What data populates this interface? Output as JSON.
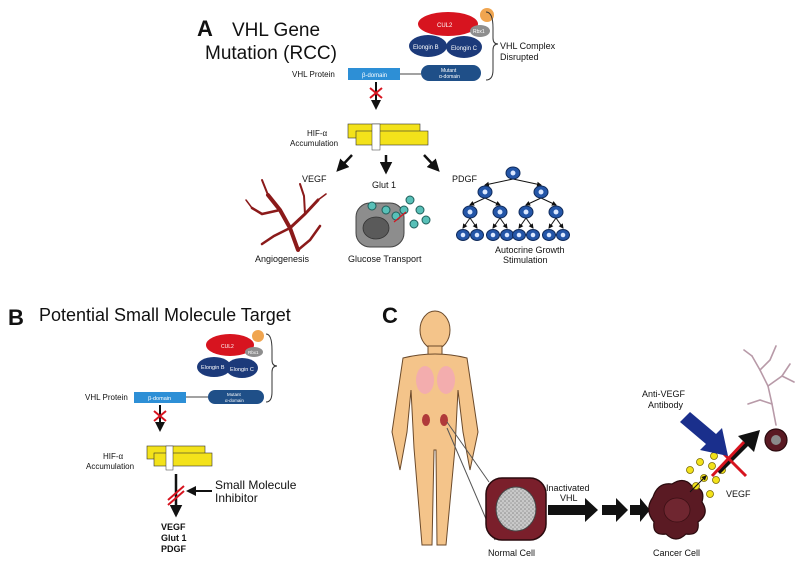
{
  "panel_a": {
    "letter": "A",
    "title_line1": "VHL Gene",
    "title_line2": "Mutation (RCC)",
    "cul2": "CUL2",
    "rbx1": "Rbx1",
    "elongin_b": "Elongin B",
    "elongin_c": "Elongin C",
    "vhl_protein": "VHL Protein",
    "beta_domain": "β-domain",
    "mutant": "Mutant",
    "alpha_domain": "α-domain",
    "complex_line1": "VHL Complex",
    "complex_line2": "Disrupted",
    "hif_line1": "HIF-α",
    "hif_line2": "Accumulation",
    "vegf": "VEGF",
    "glut1": "Glut 1",
    "pdgf": "PDGF",
    "angiogenesis": "Angiogenesis",
    "glucose": "Glucose Transport",
    "autocrine_line1": "Autocrine Growth",
    "autocrine_line2": "Stimulation"
  },
  "panel_b": {
    "letter": "B",
    "title": "Potential Small Molecule Target",
    "cul2": "CUL2",
    "rbx1": "Rbx1",
    "elongin_b": "Elongin B",
    "elongin_c": "Elongin C",
    "vhl_protein": "VHL Protein",
    "beta_domain": "β-domain",
    "mutant": "Mutant",
    "alpha_domain": "α-domain",
    "hif_line1": "HIF-α",
    "hif_line2": "Accumulation",
    "inhibitor_line1": "Small Molecule",
    "inhibitor_line2": "Inhibitor",
    "out1": "VEGF",
    "out2": "Glut 1",
    "out3": "PDGF"
  },
  "panel_c": {
    "letter": "C",
    "antibody_line1": "Anti-VEGF",
    "antibody_line2": "Antibody",
    "inactivated_line1": "Inactivated",
    "inactivated_line2": "VHL",
    "vegf": "VEGF",
    "normal_cell": "Normal Cell",
    "cancer_cell": "Cancer Cell"
  },
  "colors": {
    "cul2_red": "#d7141f",
    "elongin_navy": "#1c3a7a",
    "beta_blue": "#2d8fd6",
    "hif_yellow": "#f3e21a",
    "vessel_red": "#8b1a1a",
    "cell_blue": "#2456a8",
    "cell_maroon": "#7a1f2b",
    "skin": "#f4c48a",
    "antibody_navy": "#1a2f8c"
  }
}
